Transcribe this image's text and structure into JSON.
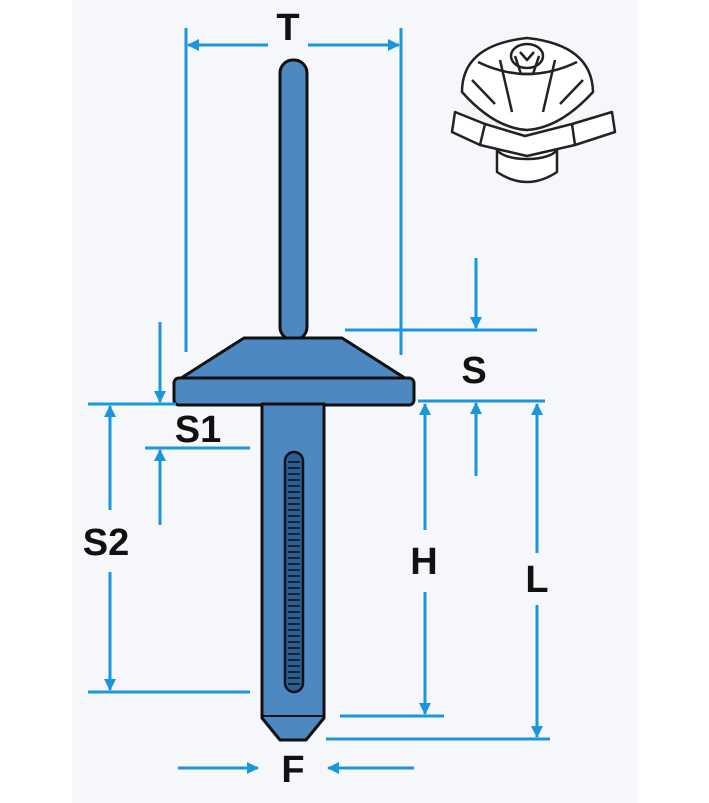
{
  "labels": {
    "T": "T",
    "S": "S",
    "S1": "S1",
    "S2": "S2",
    "H": "H",
    "L": "L",
    "F": "F"
  },
  "colors": {
    "rivet_fill": "#4d88c3",
    "dimension": "#1a96dc",
    "outline": "#111111",
    "background_panel": "#f6f7fb"
  },
  "icons": {
    "isometric_view": "push-rivet-3d-illustration"
  }
}
